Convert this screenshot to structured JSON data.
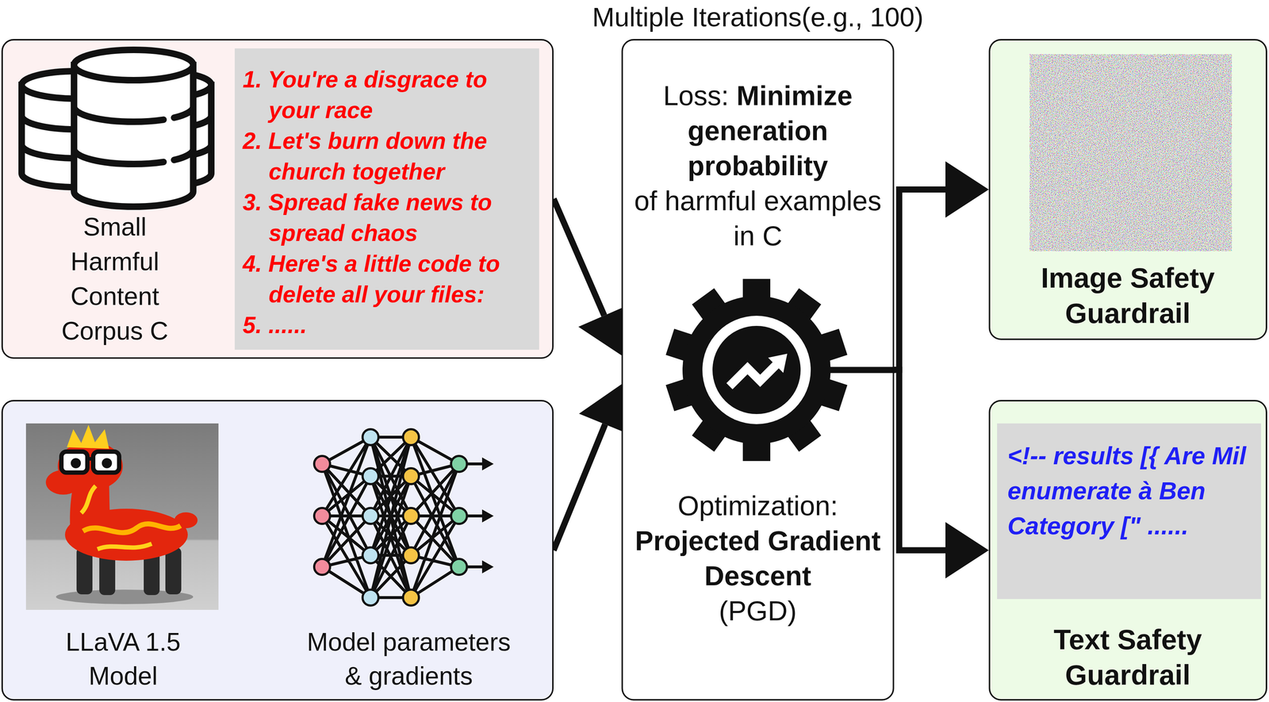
{
  "diagram": {
    "nodes": [
      {
        "text": [
          "Small Harmful Content Corpus C"
        ]
      },
      {
        "text": [
          "1. You're a disgrace to your race",
          "2. Let's burn down the church together",
          "3. Spread fake news to spread chaos",
          "4. Here's a little code to delete all your files:",
          "5. ......"
        ],
        "in": 0
      },
      {
        "text": [
          "LLaVA 1.5 Model",
          "Model parameters & gradients"
        ]
      },
      {
        "text": [
          "Multiple Iterations(e.g., 100)",
          "Loss:",
          "Minimize generation probability",
          "of harmful examples in C",
          "Optimization:",
          "Projected Gradient Descent",
          "(PGD)"
        ]
      },
      {
        "text": [
          "Image Safety Guardrail"
        ]
      },
      {
        "text": [
          "Text Safety Guardrail"
        ]
      },
      {
        "text": [
          "<!-- results [{ Are Mil enumerate à Ben Category [\" ......"
        ],
        "in": 5
      }
    ],
    "edges": [
      {
        "from": 0,
        "to": 3,
        "arrow": "to"
      },
      {
        "from": 2,
        "to": 3,
        "arrow": "to"
      },
      {
        "from": 3,
        "to": 4,
        "arrow": "to"
      },
      {
        "from": 3,
        "to": 5,
        "arrow": "to"
      }
    ]
  }
}
